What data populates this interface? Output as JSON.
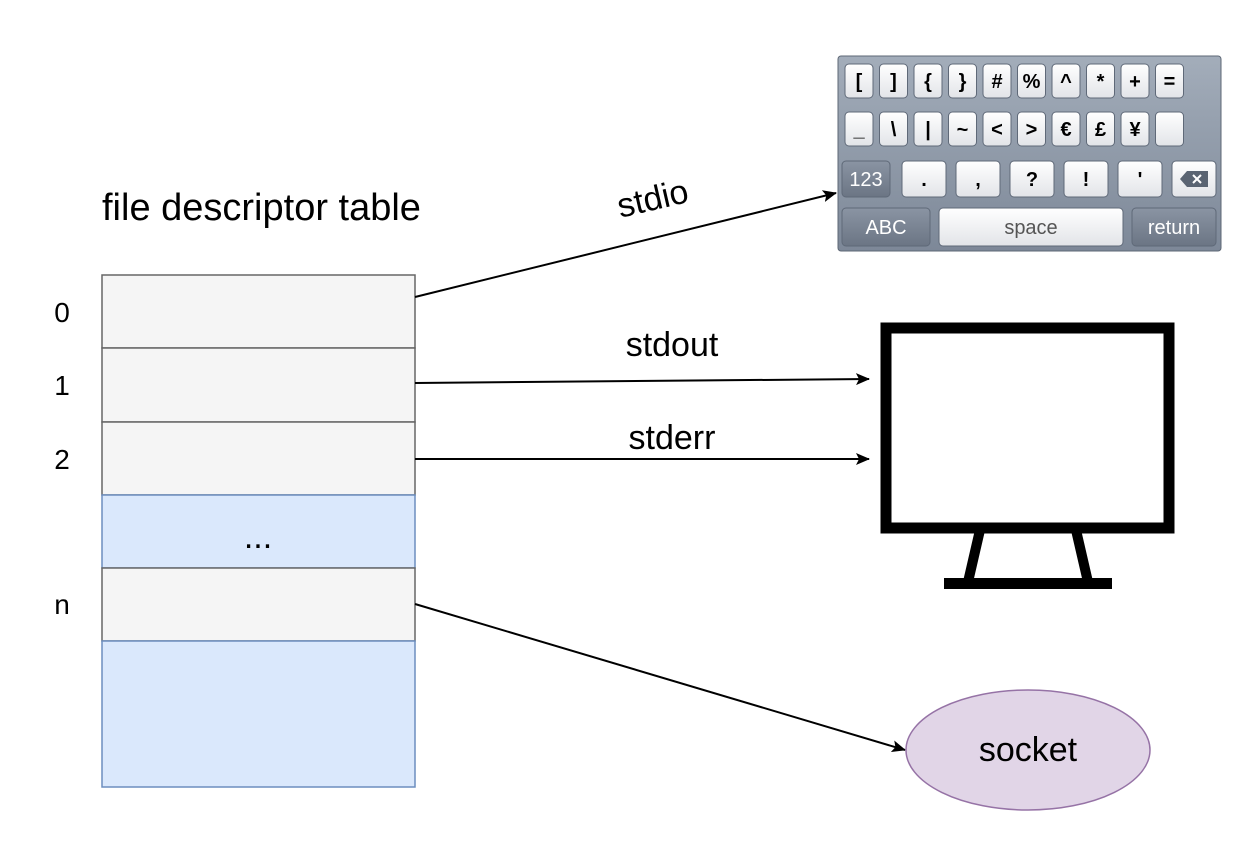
{
  "title": "file descriptor table",
  "table": {
    "rows": [
      {
        "index": "0",
        "fill": "#f5f5f5"
      },
      {
        "index": "1",
        "fill": "#f5f5f5"
      },
      {
        "index": "2",
        "fill": "#f5f5f5"
      },
      {
        "index": "",
        "text": "...",
        "fill": "#dae8fc"
      },
      {
        "index": "n",
        "fill": "#f5f5f5"
      },
      {
        "index": "",
        "fill": "#dae8fc"
      }
    ]
  },
  "edges": {
    "stdin": "stdio",
    "stdout": "stdout",
    "stderr": "stderr"
  },
  "keyboard": {
    "row1": [
      "[",
      "]",
      "{",
      "}",
      "#",
      "%",
      "^",
      "*",
      "+",
      "="
    ],
    "row2": [
      "_",
      "\\",
      "|",
      "~",
      "<",
      ">",
      "€",
      "£",
      "¥",
      ""
    ],
    "row3_mode": "123",
    "row3": [
      ".",
      ",",
      "?",
      "!",
      "'"
    ],
    "row3_delete_icon": "backspace-icon",
    "row4": [
      "ABC",
      "space",
      "return"
    ]
  },
  "monitor_icon": "monitor-icon",
  "socket": "socket",
  "colors": {
    "cell_gray": "#f5f5f5",
    "cell_blue": "#dae8fc",
    "cell_border": "#666666",
    "blue_border": "#6c8ebf",
    "socket_fill": "#e1d5e7",
    "socket_border": "#9673a6",
    "keyboard_bg": "#8e99a9"
  }
}
